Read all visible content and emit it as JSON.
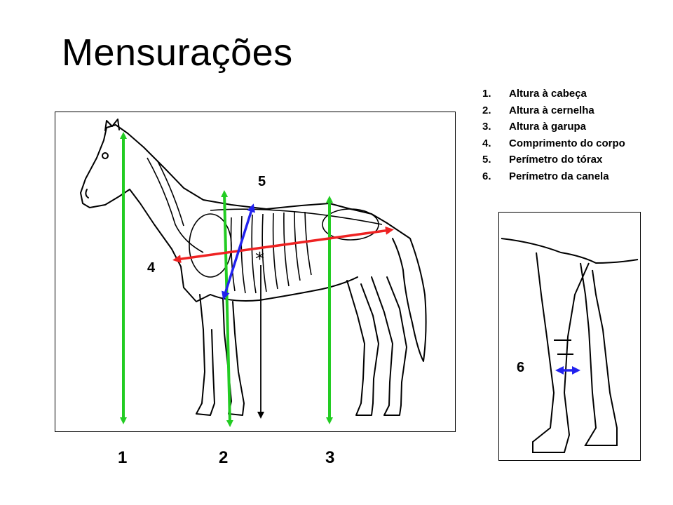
{
  "title": "Mensurações",
  "legend": [
    {
      "num": "1.",
      "text": "Altura à cabeça"
    },
    {
      "num": "2.",
      "text": "Altura à cernelha"
    },
    {
      "num": "3.",
      "text": "Altura à garupa"
    },
    {
      "num": "4.",
      "text": "Comprimento do corpo"
    },
    {
      "num": "5.",
      "text": "Perímetro do tórax"
    },
    {
      "num": "6.",
      "text": "Perímetro da canela"
    }
  ],
  "labels": {
    "l1": "1",
    "l2": "2",
    "l3": "3",
    "l4": "4",
    "l5": "5",
    "l6": "6"
  },
  "colors": {
    "height_lines": "#22cc22",
    "body_length": "#ee2222",
    "chest_girth": "#2222ee",
    "cannon_girth": "#2222ee",
    "outline": "#000000"
  }
}
